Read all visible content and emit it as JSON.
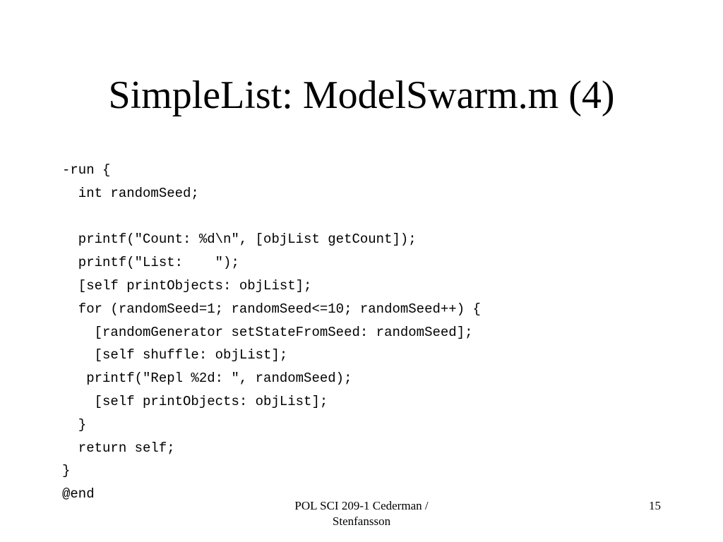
{
  "slide": {
    "title": "SimpleList: ModelSwarm.m (4)",
    "code_lines": [
      "-run {",
      "  int randomSeed;",
      "",
      "  printf(\"Count: %d\\n\", [objList getCount]);",
      "  printf(\"List:    \");",
      "  [self printObjects: objList];",
      "  for (randomSeed=1; randomSeed<=10; randomSeed++) {",
      "    [randomGenerator setStateFromSeed: randomSeed];",
      "    [self shuffle: objList];",
      "   printf(\"Repl %2d: \", randomSeed);",
      "    [self printObjects: objList];",
      "  }",
      "  return self;",
      "}",
      "@end"
    ]
  },
  "footer": {
    "course_line1": "POL SCI 209-1 Cederman /",
    "course_line2": "Stenfansson",
    "page_number": "15"
  }
}
